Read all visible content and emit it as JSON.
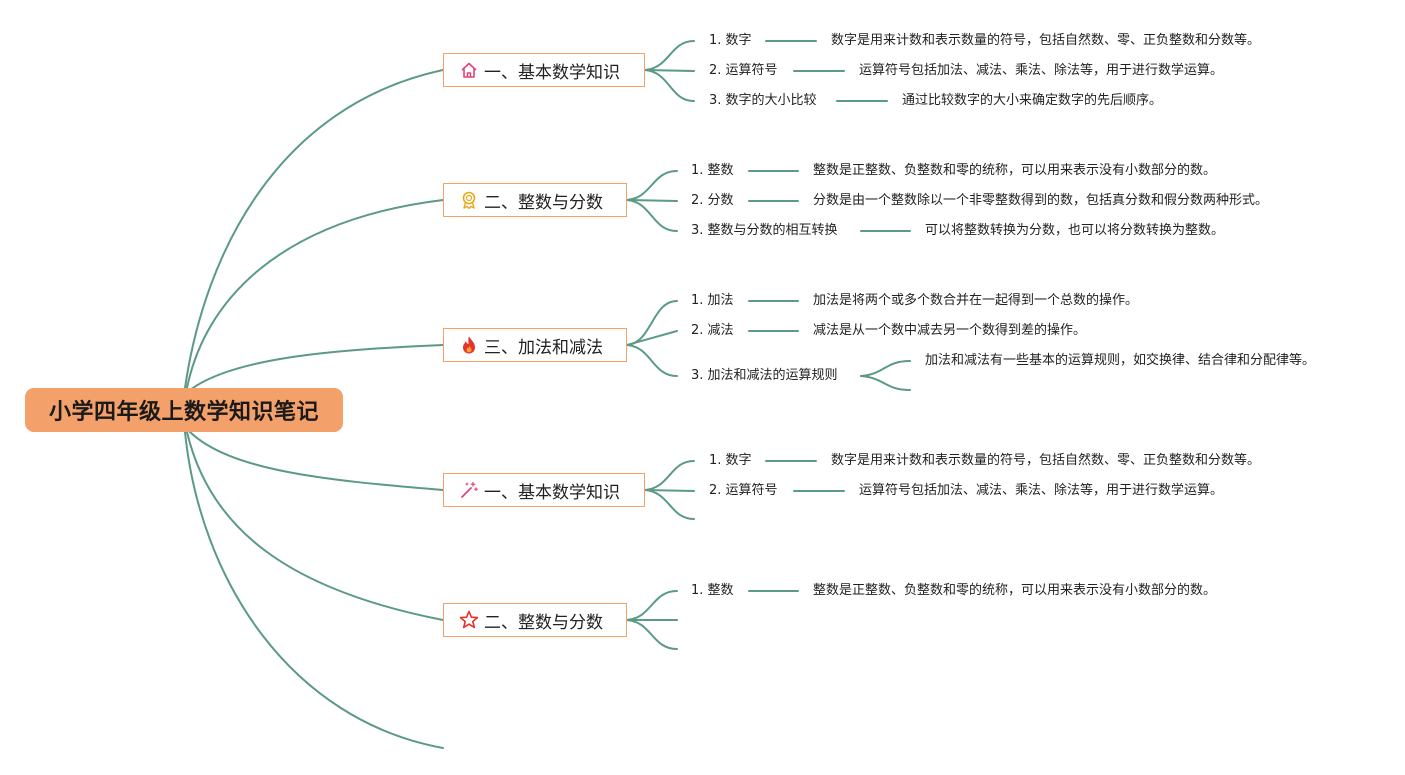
{
  "root": {
    "title": "小学四年级上数学知识笔记"
  },
  "colors": {
    "line": "#5b9a83",
    "accent": "#f4a06a"
  },
  "topics": [
    {
      "title": "一、基本数学知识",
      "icon": "home-icon",
      "items": [
        {
          "label": "1. 数字",
          "desc": "数字是用来计数和表示数量的符号，包括自然数、零、正负整数和分数等。"
        },
        {
          "label": "2. 运算符号",
          "desc": "运算符号包括加法、减法、乘法、除法等，用于进行数学运算。"
        },
        {
          "label": "3. 数字的大小比较",
          "desc": "通过比较数字的大小来确定数字的先后顺序。"
        }
      ]
    },
    {
      "title": "二、整数与分数",
      "icon": "medal-icon",
      "items": [
        {
          "label": "1. 整数",
          "desc": "整数是正整数、负整数和零的统称，可以用来表示没有小数部分的数。"
        },
        {
          "label": "2. 分数",
          "desc": "分数是由一个整数除以一个非零整数得到的数，包括真分数和假分数两种形式。"
        },
        {
          "label": "3. 整数与分数的相互转换",
          "desc": "可以将整数转换为分数，也可以将分数转换为整数。"
        }
      ]
    },
    {
      "title": "三、加法和减法",
      "icon": "fire-icon",
      "items": [
        {
          "label": "1. 加法",
          "desc": "加法是将两个或多个数合并在一起得到一个总数的操作。"
        },
        {
          "label": "2. 减法",
          "desc": "减法是从一个数中减去另一个数得到差的操作。"
        },
        {
          "label": "3. 加法和减法的运算规则",
          "desc": "加法和减法有一些基本的运算规则，如交换律、结合律和分配律等。"
        }
      ]
    },
    {
      "title": "一、基本数学知识",
      "icon": "magic-wand-icon",
      "items": [
        {
          "label": "1. 数字",
          "desc": "数字是用来计数和表示数量的符号，包括自然数、零、正负整数和分数等。"
        },
        {
          "label": "2. 运算符号",
          "desc": "运算符号包括加法、减法、乘法、除法等，用于进行数学运算。"
        }
      ]
    },
    {
      "title": "二、整数与分数",
      "icon": "star-icon",
      "items": [
        {
          "label": "1. 整数",
          "desc": "整数是正整数、负整数和零的统称，可以用来表示没有小数部分的数。"
        }
      ]
    }
  ]
}
